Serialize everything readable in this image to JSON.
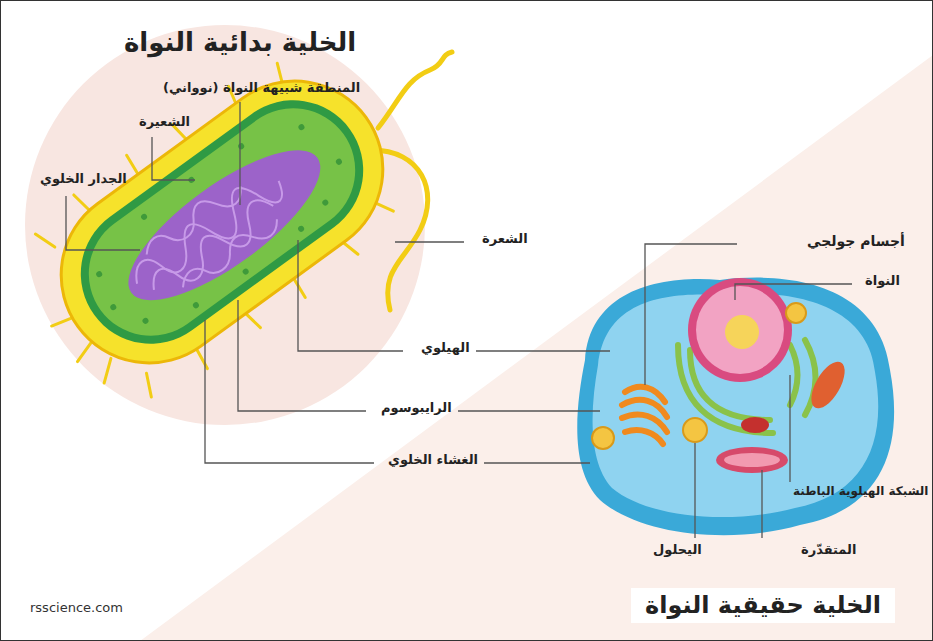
{
  "diagram": {
    "title": "الخلية بدائية النواة",
    "labels": [
      "المنطقة شبيهة النواة (نوواني)",
      "الشعيرة",
      "الجدار الخلوي",
      "الشعرة",
      "الهيلوي",
      "الرايبوسوم",
      "الغشاء الخلوي",
      "أجسام جولجي",
      "النواة",
      "الشبكة الهيلوية الباطنة",
      "المتقدّرة",
      "اليحلول",
      "الخلية حقيقية النواة",
      "rsscience.com"
    ]
  }
}
